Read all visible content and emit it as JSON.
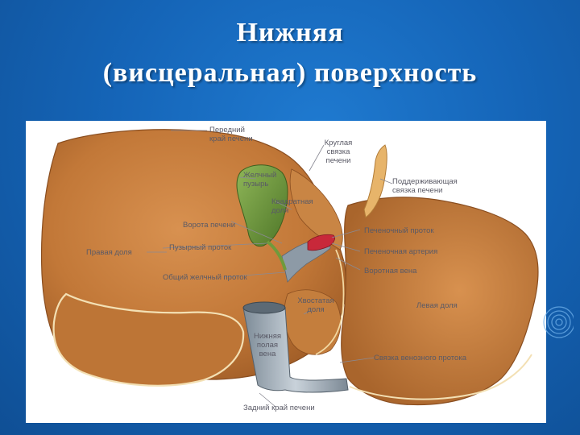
{
  "title": {
    "line1": "Нижняя",
    "line2": "(висцеральная) поверхность"
  },
  "labels": {
    "anterior_edge": "Передний\nкрай печени",
    "round_ligament": "Круглая\nсвязка\nпечени",
    "gallbladder": "Желчный\nпузырь",
    "suspensory_ligament": "Поддерживающая\nсвязка печени",
    "quadrate_lobe": "Квадратная\nдоля",
    "porta_hepatis": "Ворота печени",
    "hepatic_duct": "Печеночный проток",
    "right_lobe": "Правая доля",
    "cystic_duct": "Пузырный проток",
    "hepatic_artery": "Печеночная артерия",
    "portal_vein": "Воротная вена",
    "common_bile_duct": "Общий желчный проток",
    "caudate_lobe": "Хвостатая\nдоля",
    "left_lobe": "Левая доля",
    "ivc": "Нижняя\nполая\nвена",
    "venous_ligament": "Связка венозного протока",
    "posterior_edge": "Задний край печени"
  },
  "colors": {
    "background": "#1565b8",
    "liver": "#c8803f",
    "liver_dark": "#a5612a",
    "gallbladder": "#6f9a3c",
    "vein": "#9aa8b4",
    "artery": "#c8283a",
    "ligament": "#e8b26a"
  }
}
